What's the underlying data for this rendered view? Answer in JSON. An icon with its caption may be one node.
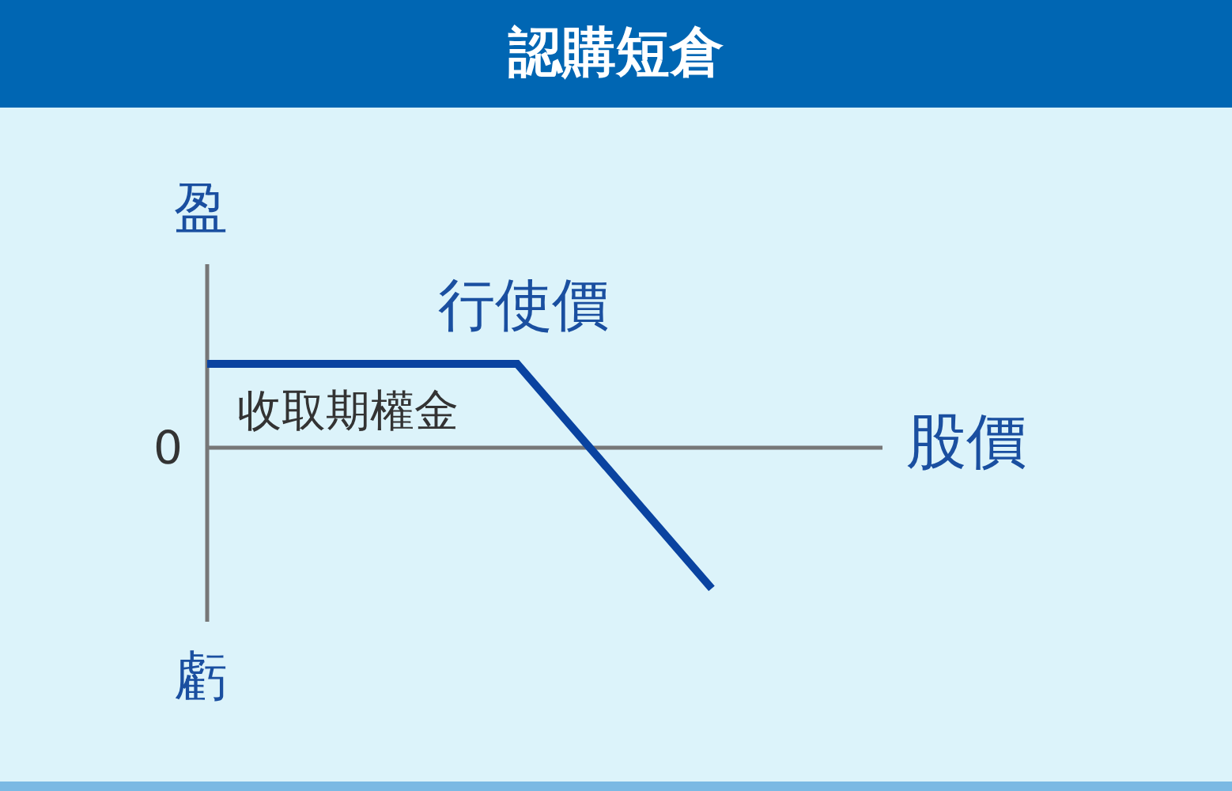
{
  "diagram": {
    "title": "認購短倉",
    "labels": [
      "盈",
      "行使價",
      "收取期權金",
      "0",
      "股價",
      "虧"
    ]
  }
}
